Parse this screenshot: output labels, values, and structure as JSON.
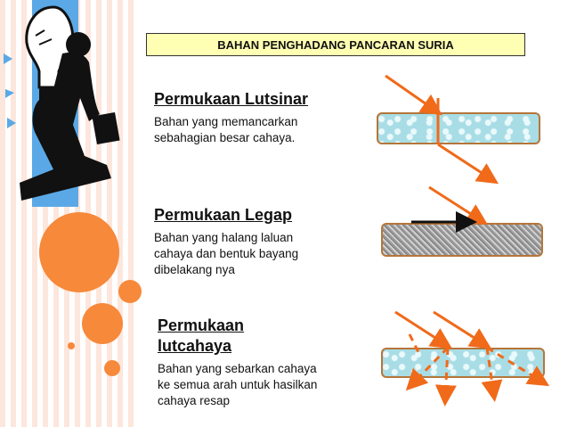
{
  "title": "BAHAN PENGHADANG PANCARAN SURIA",
  "sections": [
    {
      "heading": "Permukaan Lutsinar",
      "desc": [
        "Bahan yang memancarkan",
        "sebahagian besar cahaya."
      ]
    },
    {
      "heading": "Permukaan Legap",
      "desc": [
        "Bahan yang halang laluan",
        "cahaya dan bentuk bayang",
        "dibelakang nya"
      ]
    },
    {
      "heading": [
        "Permukaan",
        "lutcahaya"
      ],
      "desc": [
        "Bahan yang sebarkan cahaya",
        "ke semua arah untuk hasilkan",
        "cahaya resap"
      ]
    }
  ],
  "colors": {
    "accent": "#f7893b",
    "stripe": "#fde6dc",
    "blue": "#5aa9e6",
    "title_bg": "#ffffb3",
    "slab_border": "#b5763a",
    "ray": "#f06a1a"
  },
  "icons": [
    "lightbulb-businessman-icon"
  ]
}
